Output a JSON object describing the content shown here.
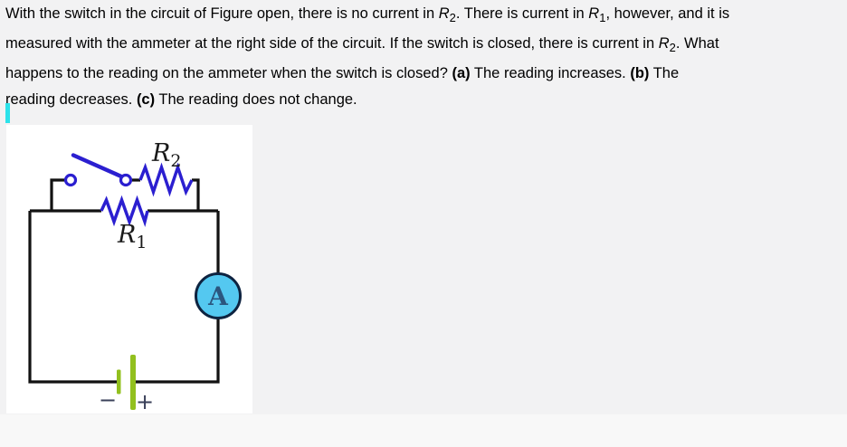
{
  "page": {
    "bg_color": "#f2f2f3",
    "lower_bg_color": "#f8f8f8",
    "figure_bg_color": "#ffffff"
  },
  "cursor": {
    "color": "#2de2ea"
  },
  "problem": {
    "text_color": "#000000",
    "lines": [
      {
        "segments": [
          {
            "t": "text",
            "v": "With the switch in the circuit of Figure open, there is no current in "
          },
          {
            "t": "math",
            "b": "R",
            "s": "2"
          },
          {
            "t": "text",
            "v": ". There is current in "
          },
          {
            "t": "math",
            "b": "R",
            "s": "1"
          },
          {
            "t": "text",
            "v": ", however, and it is"
          }
        ]
      },
      {
        "segments": [
          {
            "t": "text",
            "v": "measured with the ammeter at the right side of the circuit. If the switch is closed, there is current in "
          },
          {
            "t": "math",
            "b": "R",
            "s": "2"
          },
          {
            "t": "text",
            "v": ". What"
          }
        ]
      },
      {
        "segments": [
          {
            "t": "text",
            "v": "happens to the reading on the ammeter when the switch is closed? "
          },
          {
            "t": "bold",
            "v": "(a)"
          },
          {
            "t": "text",
            "v": " The reading increases. "
          },
          {
            "t": "bold",
            "v": "(b)"
          },
          {
            "t": "text",
            "v": " The"
          }
        ]
      },
      {
        "segments": [
          {
            "t": "text",
            "v": "reading decreases. "
          },
          {
            "t": "bold",
            "v": "(c)"
          },
          {
            "t": "text",
            "v": " The reading does not change."
          }
        ]
      }
    ]
  },
  "figure": {
    "labels": {
      "r2_base": "R",
      "r2_sub": "2",
      "r1_base": "R",
      "r1_sub": "1",
      "ammeter": "A",
      "battery_minus": "−",
      "battery_plus": "+"
    },
    "colors": {
      "wire": "#121212",
      "component_blue": "#2b1fd0",
      "terminal_fill": "#ffffff",
      "label_color": "#1a1a1a",
      "ammeter_fill": "#54c8f0",
      "ammeter_stroke": "#0e2340",
      "ammeter_letter": "#2b567f",
      "battery_green": "#92c01e",
      "battery_label": "#3a4059"
    }
  }
}
